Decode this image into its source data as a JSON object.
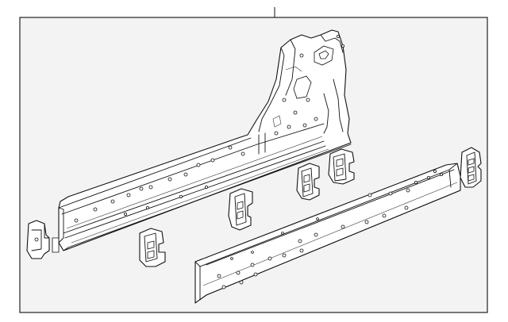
{
  "diagram": {
    "callout_number": "",
    "parts": [
      {
        "id": "outer-rocker-panel",
        "type": "panel"
      },
      {
        "id": "inner-rocker-reinforcement",
        "type": "panel"
      },
      {
        "id": "end-cap-left",
        "type": "bracket"
      },
      {
        "id": "bulkhead-front",
        "type": "bracket"
      },
      {
        "id": "bulkhead-mid-1",
        "type": "bracket"
      },
      {
        "id": "bulkhead-mid-2",
        "type": "bracket"
      },
      {
        "id": "bulkhead-mid-3",
        "type": "bracket"
      },
      {
        "id": "end-cap-right",
        "type": "bracket"
      }
    ]
  }
}
